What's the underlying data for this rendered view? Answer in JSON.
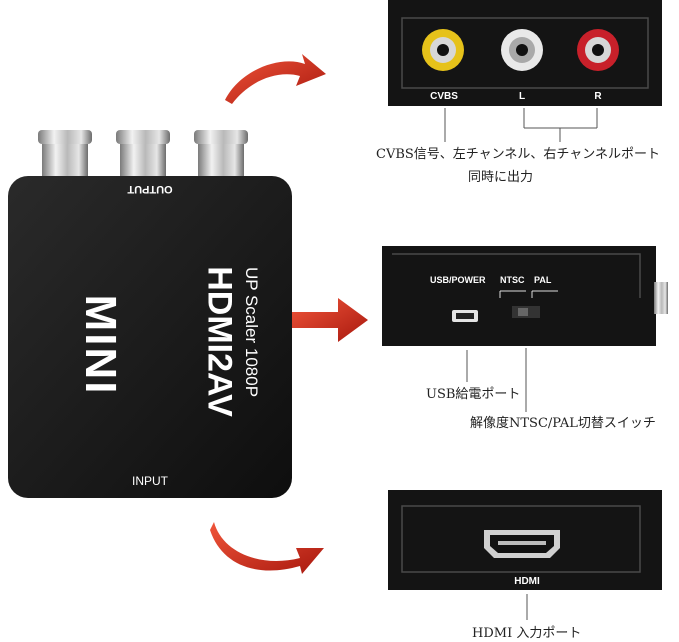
{
  "device": {
    "brand": "MINI",
    "model": "HDMI2AV",
    "subtitle": "UP Scaler 1080P",
    "output_label": "OUTPUT",
    "input_label": "INPUT"
  },
  "panels": {
    "av_output": {
      "cvbs": "CVBS",
      "left": "L",
      "right": "R",
      "caption_line1": "CVBS信号、左チャンネル、右チャンネルポート",
      "caption_line2": "同時に出力"
    },
    "side": {
      "usb_power": "USB/POWER",
      "ntsc": "NTSC",
      "pal": "PAL",
      "caption_usb": "USB給電ポート",
      "caption_switch": "解像度NTSC/PAL切替スイッチ"
    },
    "hdmi_input": {
      "hdmi": "HDMI",
      "caption": "HDMI 入力ポート"
    }
  },
  "colors": {
    "body": "#1b1b1b",
    "arrow": "#d8321e",
    "rca_yellow": "#e6c21a",
    "rca_white": "#e9e9e9",
    "rca_red": "#c8202a"
  }
}
